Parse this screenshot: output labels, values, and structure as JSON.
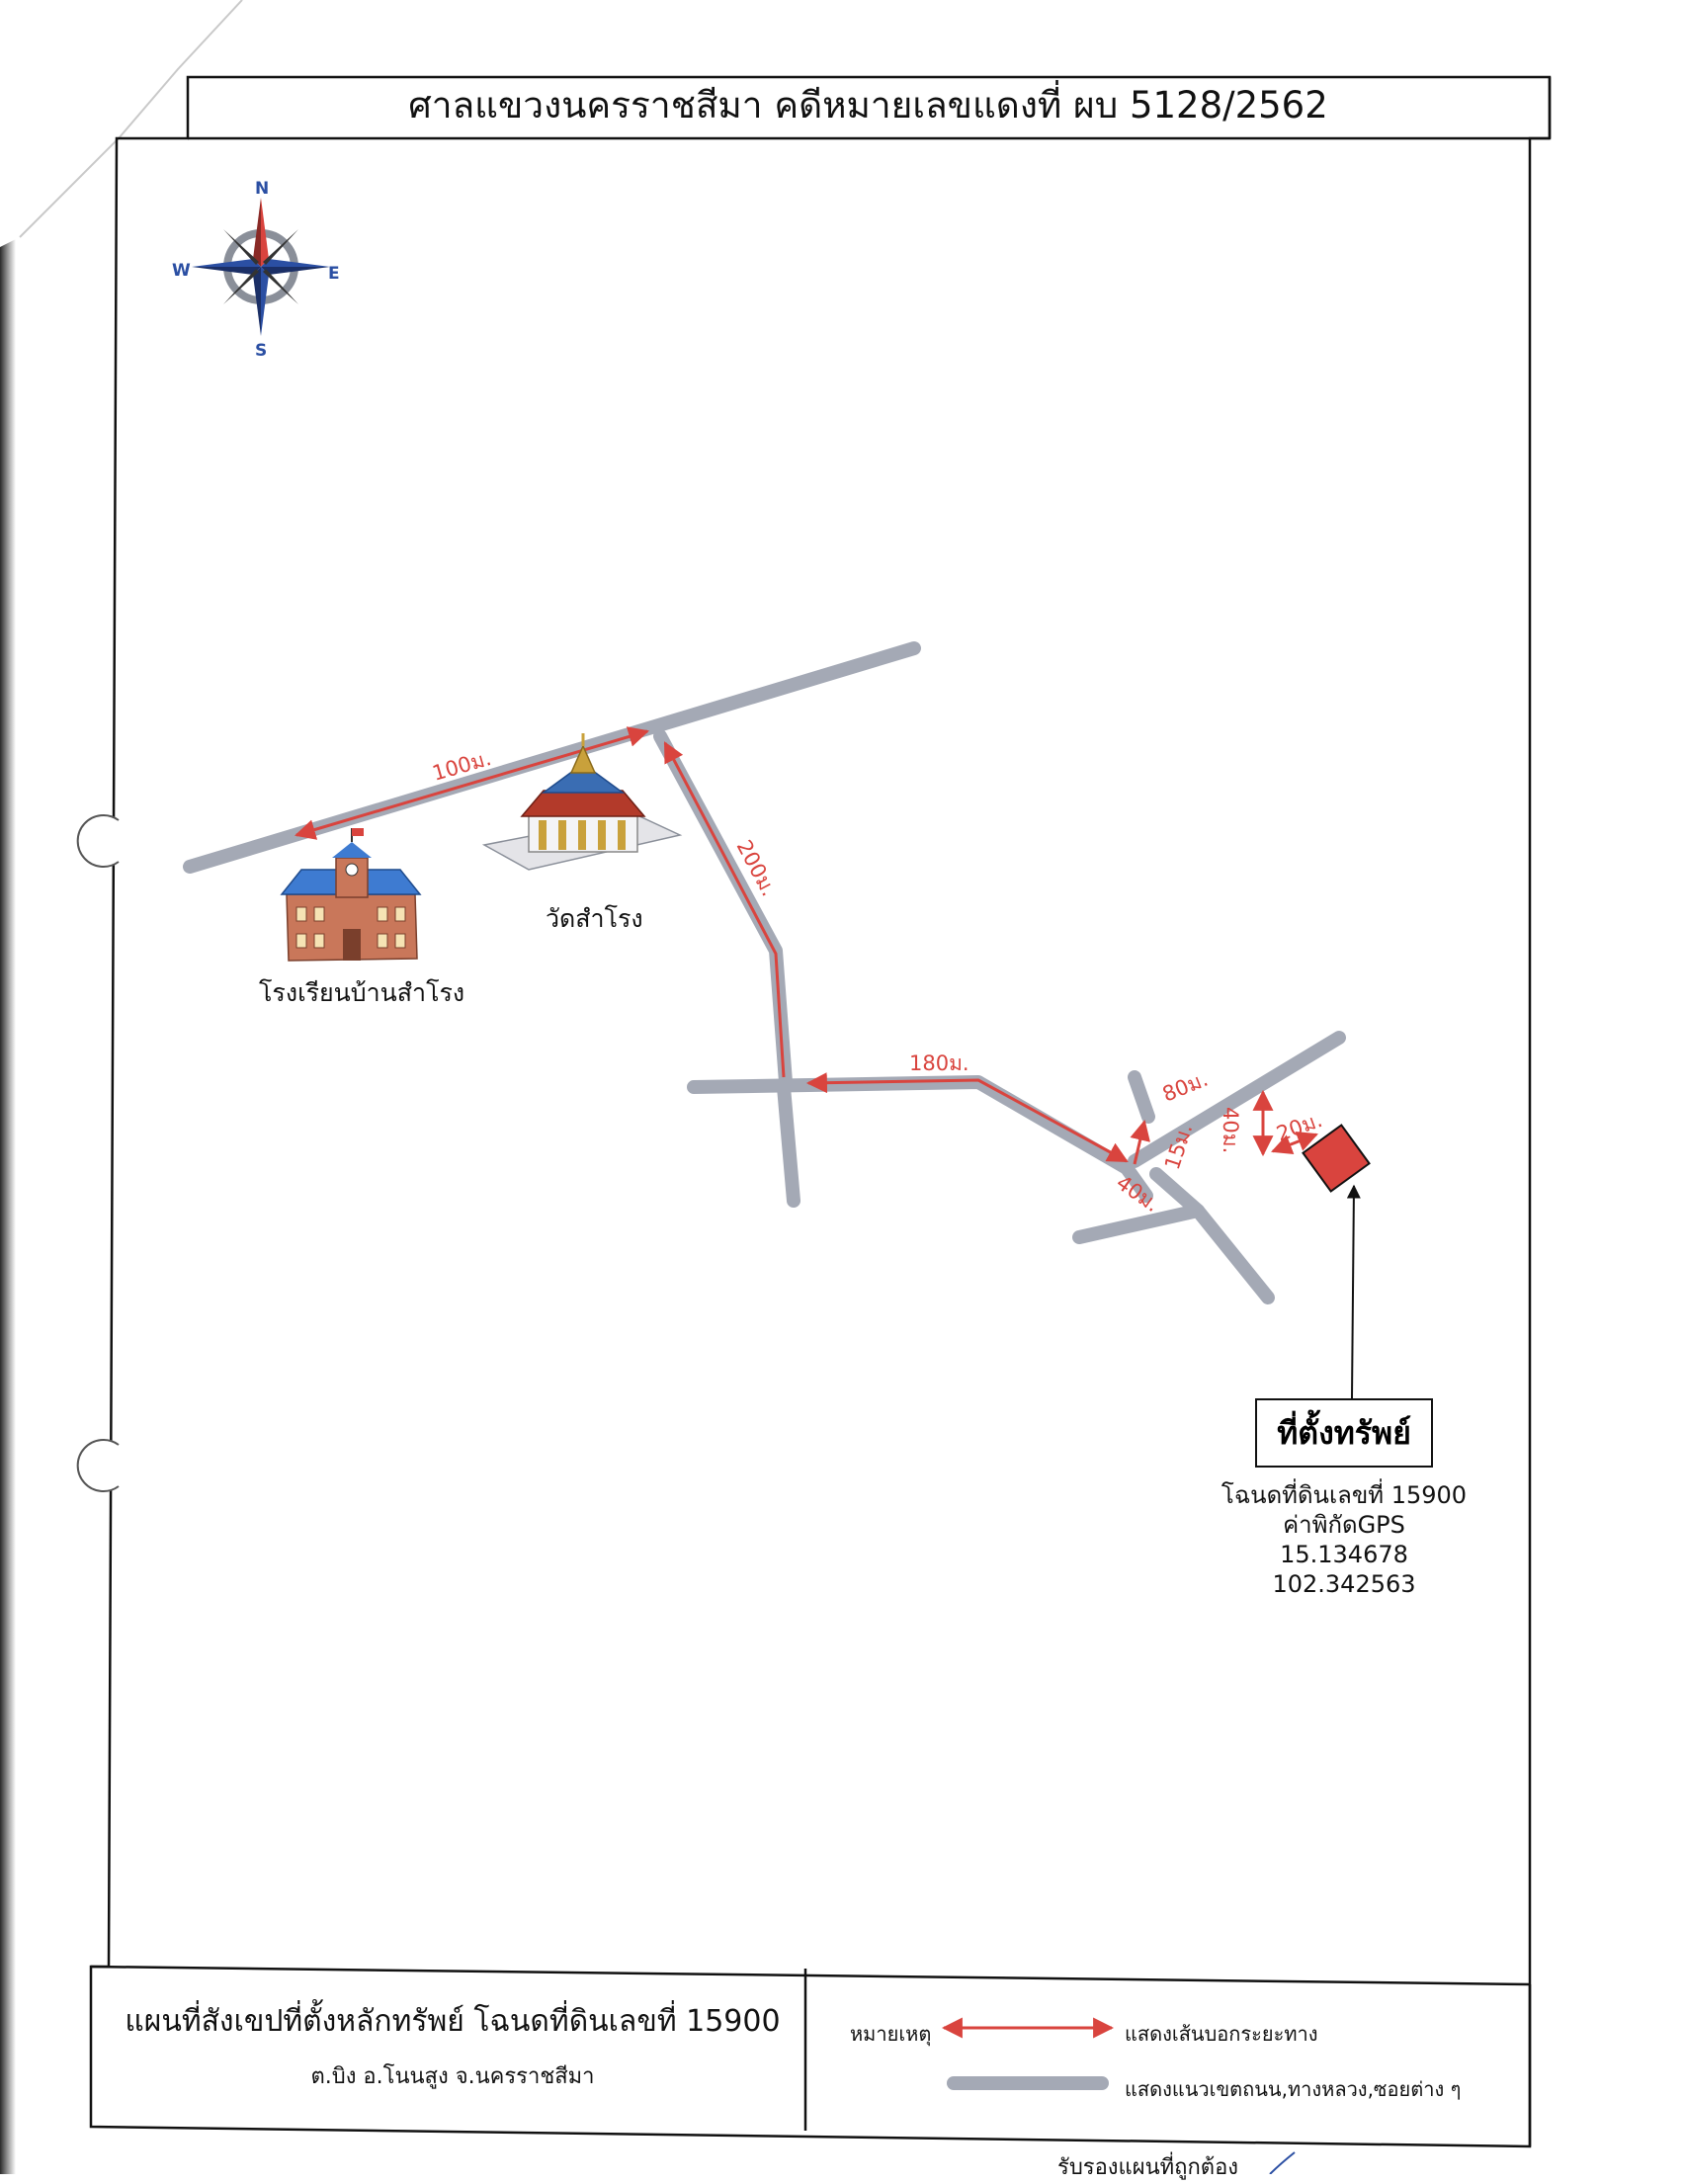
{
  "header": {
    "title": "ศาลแขวงนครราชสีมา คดีหมายเลขแดงที่ ผบ 5128/2562"
  },
  "compass": {
    "north": "N",
    "south": "S",
    "east": "E",
    "west": "W"
  },
  "landmarks": {
    "school": "โรงเรียนบ้านสำโรง",
    "temple": "วัดสำโรง"
  },
  "distances": {
    "d100": "100ม.",
    "d200": "200ม.",
    "d180": "180ม.",
    "d40a": "40ม.",
    "d15": "15ม.",
    "d80": "80ม.",
    "d40b": "40ม.",
    "d20": "20ม."
  },
  "property": {
    "label": "ที่ตั้งทรัพย์",
    "deed": "โฉนดที่ดินเลขที่ 15900",
    "gps_label": "ค่าพิกัดGPS",
    "lat": "15.134678",
    "lon": "102.342563"
  },
  "footer": {
    "title": "แผนที่สังเขปที่ตั้งหลักทรัพย์ โฉนดที่ดินเลขที่ 15900",
    "subtitle": "ต.บิง  อ.โนนสูง จ.นครราชสีมา",
    "legend_label": "หมายเหตุ",
    "legend_arrow": "แสดงเส้นบอกระยะทาง",
    "legend_road": "แสดงแนวเขตถนน,ทางหลวง,ซอยต่าง ๆ"
  },
  "bottom_note": "รับรองแผนที่ถูกต้อง",
  "colors": {
    "road": "#a4a9b5",
    "distance_arrow": "#d9443e",
    "property_fill": "#d9443e",
    "compass_blue": "#2b4fa3"
  }
}
